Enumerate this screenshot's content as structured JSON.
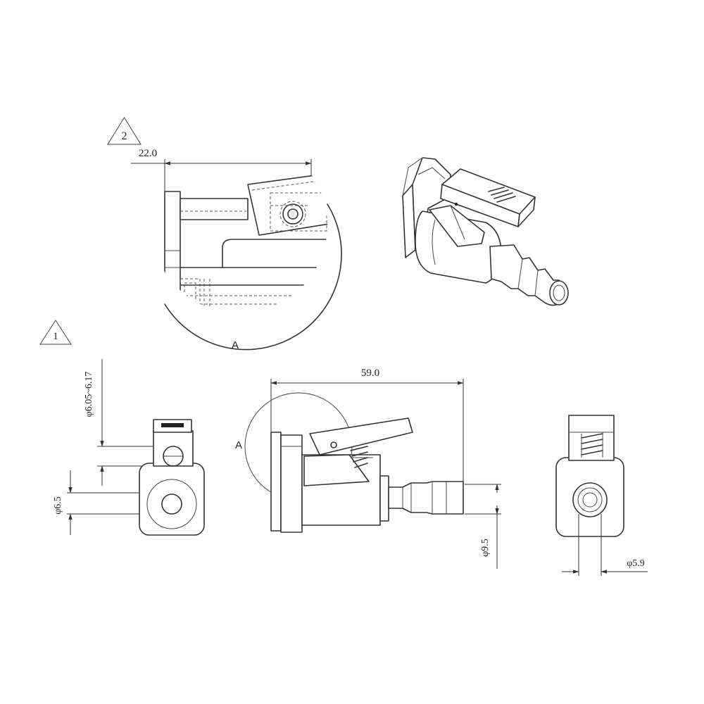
{
  "notes": {
    "note_2": "2",
    "note_1": "1"
  },
  "detail": {
    "label": "A",
    "section_label": "A"
  },
  "dimensions": {
    "detail_width": "22.0",
    "overall_length": "59.0",
    "lock_pin_dia": "φ6.05~6.17",
    "port_dia": "φ6.5",
    "barb_dia": "φ9.5",
    "bore_dia": "φ5.9"
  }
}
